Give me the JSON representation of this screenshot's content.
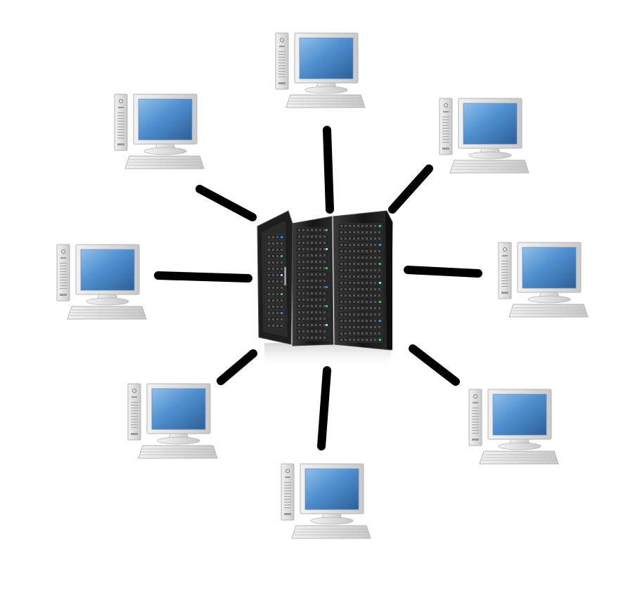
{
  "diagram": {
    "kind": "network-star-topology",
    "hub": {
      "icon": "server-rack-icon"
    },
    "nodes": [
      {
        "id": "pc-top",
        "icon": "desktop-computer-icon"
      },
      {
        "id": "pc-top-right",
        "icon": "desktop-computer-icon"
      },
      {
        "id": "pc-right",
        "icon": "desktop-computer-icon"
      },
      {
        "id": "pc-bottom-right",
        "icon": "desktop-computer-icon"
      },
      {
        "id": "pc-bottom",
        "icon": "desktop-computer-icon"
      },
      {
        "id": "pc-bottom-left",
        "icon": "desktop-computer-icon"
      },
      {
        "id": "pc-left",
        "icon": "desktop-computer-icon"
      },
      {
        "id": "pc-top-left",
        "icon": "desktop-computer-icon"
      }
    ],
    "links": [
      {
        "from": "hub",
        "to": "pc-top"
      },
      {
        "from": "hub",
        "to": "pc-top-right"
      },
      {
        "from": "hub",
        "to": "pc-right"
      },
      {
        "from": "hub",
        "to": "pc-bottom-right"
      },
      {
        "from": "hub",
        "to": "pc-bottom"
      },
      {
        "from": "hub",
        "to": "pc-bottom-left"
      },
      {
        "from": "hub",
        "to": "pc-left"
      },
      {
        "from": "hub",
        "to": "pc-top-left"
      }
    ],
    "colors": {
      "link": "#000000",
      "screen": "#3f78b5",
      "screen_light": "#8fc0ea",
      "case": "#d9d9d9",
      "rack": "#1b1b1b"
    }
  }
}
